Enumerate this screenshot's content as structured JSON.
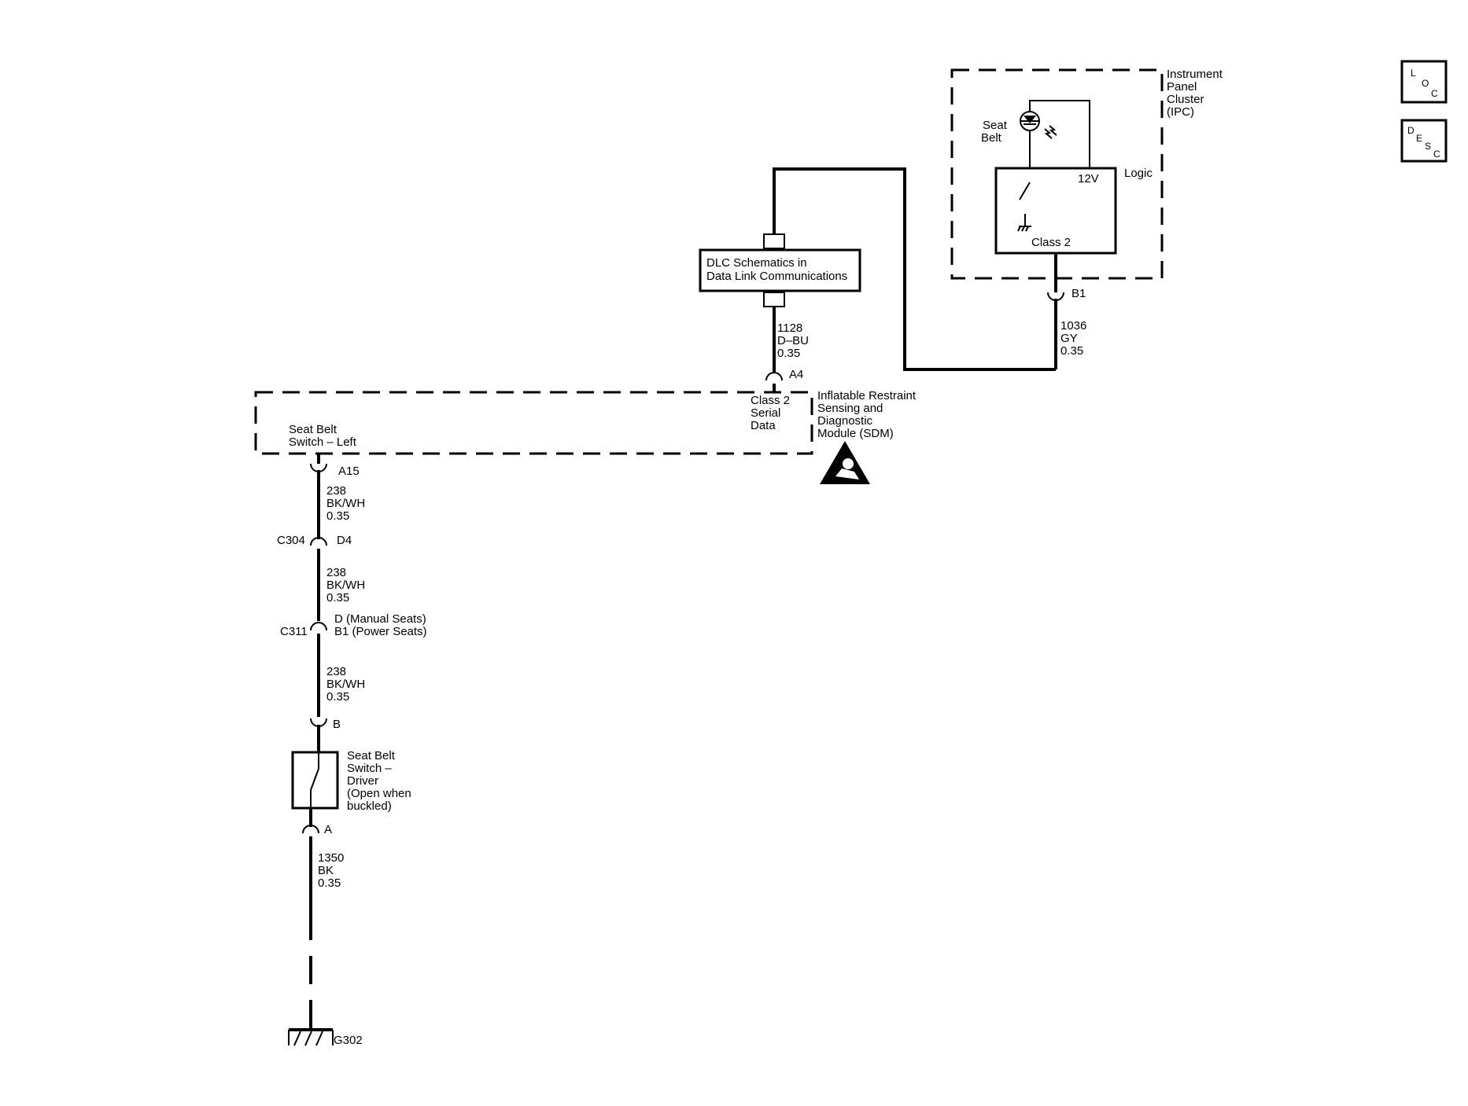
{
  "ipc": {
    "name_lines": [
      "Instrument",
      "Panel",
      "Cluster",
      "(IPC)"
    ],
    "indicator_lines": [
      "Seat",
      "Belt"
    ],
    "logic_label": "Logic",
    "voltage_label": "12V",
    "bus_label": "Class 2",
    "connector": "B1",
    "wire": {
      "circuit": "1036",
      "color": "GY",
      "size": "0.35"
    }
  },
  "dlc": {
    "box_lines": [
      "DLC Schematics in",
      "Data Link Communications"
    ],
    "wire": {
      "circuit": "1128",
      "color": "D–BU",
      "size": "0.35"
    }
  },
  "sdm": {
    "name_lines": [
      "Inflatable Restraint",
      "Sensing and",
      "Diagnostic",
      "Module (SDM)"
    ],
    "serial_lines": [
      "Class 2",
      "Serial",
      "Data"
    ],
    "serial_pin": "A4",
    "switch_lines": [
      "Seat Belt",
      "Switch – Left"
    ],
    "switch_pin": "A15"
  },
  "harness": {
    "wire_a": {
      "circuit": "238",
      "color": "BK/WH",
      "size": "0.35"
    },
    "c304": {
      "name": "C304",
      "pin": "D4"
    },
    "wire_b": {
      "circuit": "238",
      "color": "BK/WH",
      "size": "0.35"
    },
    "c311": {
      "name": "C311",
      "pin_lines": [
        "D (Manual Seats)",
        "B1 (Power Seats)"
      ]
    },
    "wire_c": {
      "circuit": "238",
      "color": "BK/WH",
      "size": "0.35"
    },
    "switch_pin_top": "B",
    "switch_lines": [
      "Seat Belt",
      "Switch –",
      "Driver",
      "(Open when",
      "buckled)"
    ],
    "switch_pin_bottom": "A",
    "wire_d": {
      "circuit": "1350",
      "color": "BK",
      "size": "0.35"
    },
    "ground": "G302"
  },
  "nav": {
    "loc": [
      "L",
      "O",
      "C"
    ],
    "desc": [
      "D",
      "E",
      "S",
      "C"
    ]
  },
  "icons": [
    "seat-belt-lamp-icon",
    "airbag-warning-icon",
    "ground-symbol-icon"
  ]
}
